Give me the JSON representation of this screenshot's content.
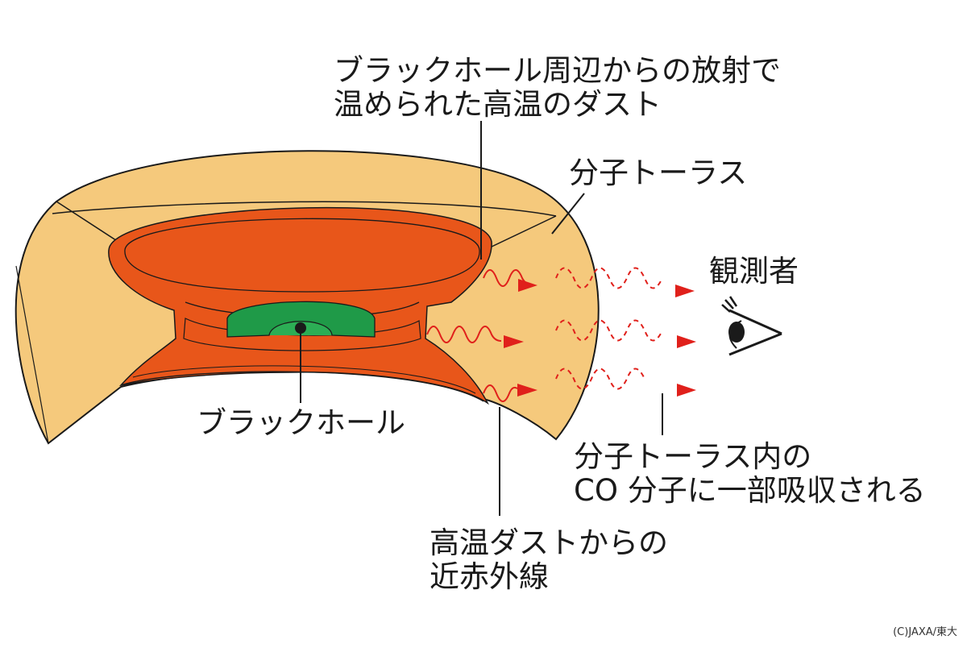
{
  "diagram": {
    "labels": {
      "hot_dust_line1": "ブラックホール周辺からの放射で",
      "hot_dust_line2": "温められた高温のダスト",
      "molecular_torus": "分子トーラス",
      "observer": "観測者",
      "black_hole": "ブラックホール",
      "absorbed_line1": "分子トーラス内の",
      "absorbed_line2": "CO 分子に一部吸収される",
      "nir_line1": "高温ダストからの",
      "nir_line2": "近赤外線"
    },
    "credit": "(C)JAXA/東大",
    "colors": {
      "torus": "#f5c97c",
      "hot_dust": "#e8561a",
      "black_hole_disk": "#1f9a48",
      "black_hole": "#1a1a1a",
      "radiation": "#e0201b",
      "outline": "#1a1a1a"
    }
  }
}
